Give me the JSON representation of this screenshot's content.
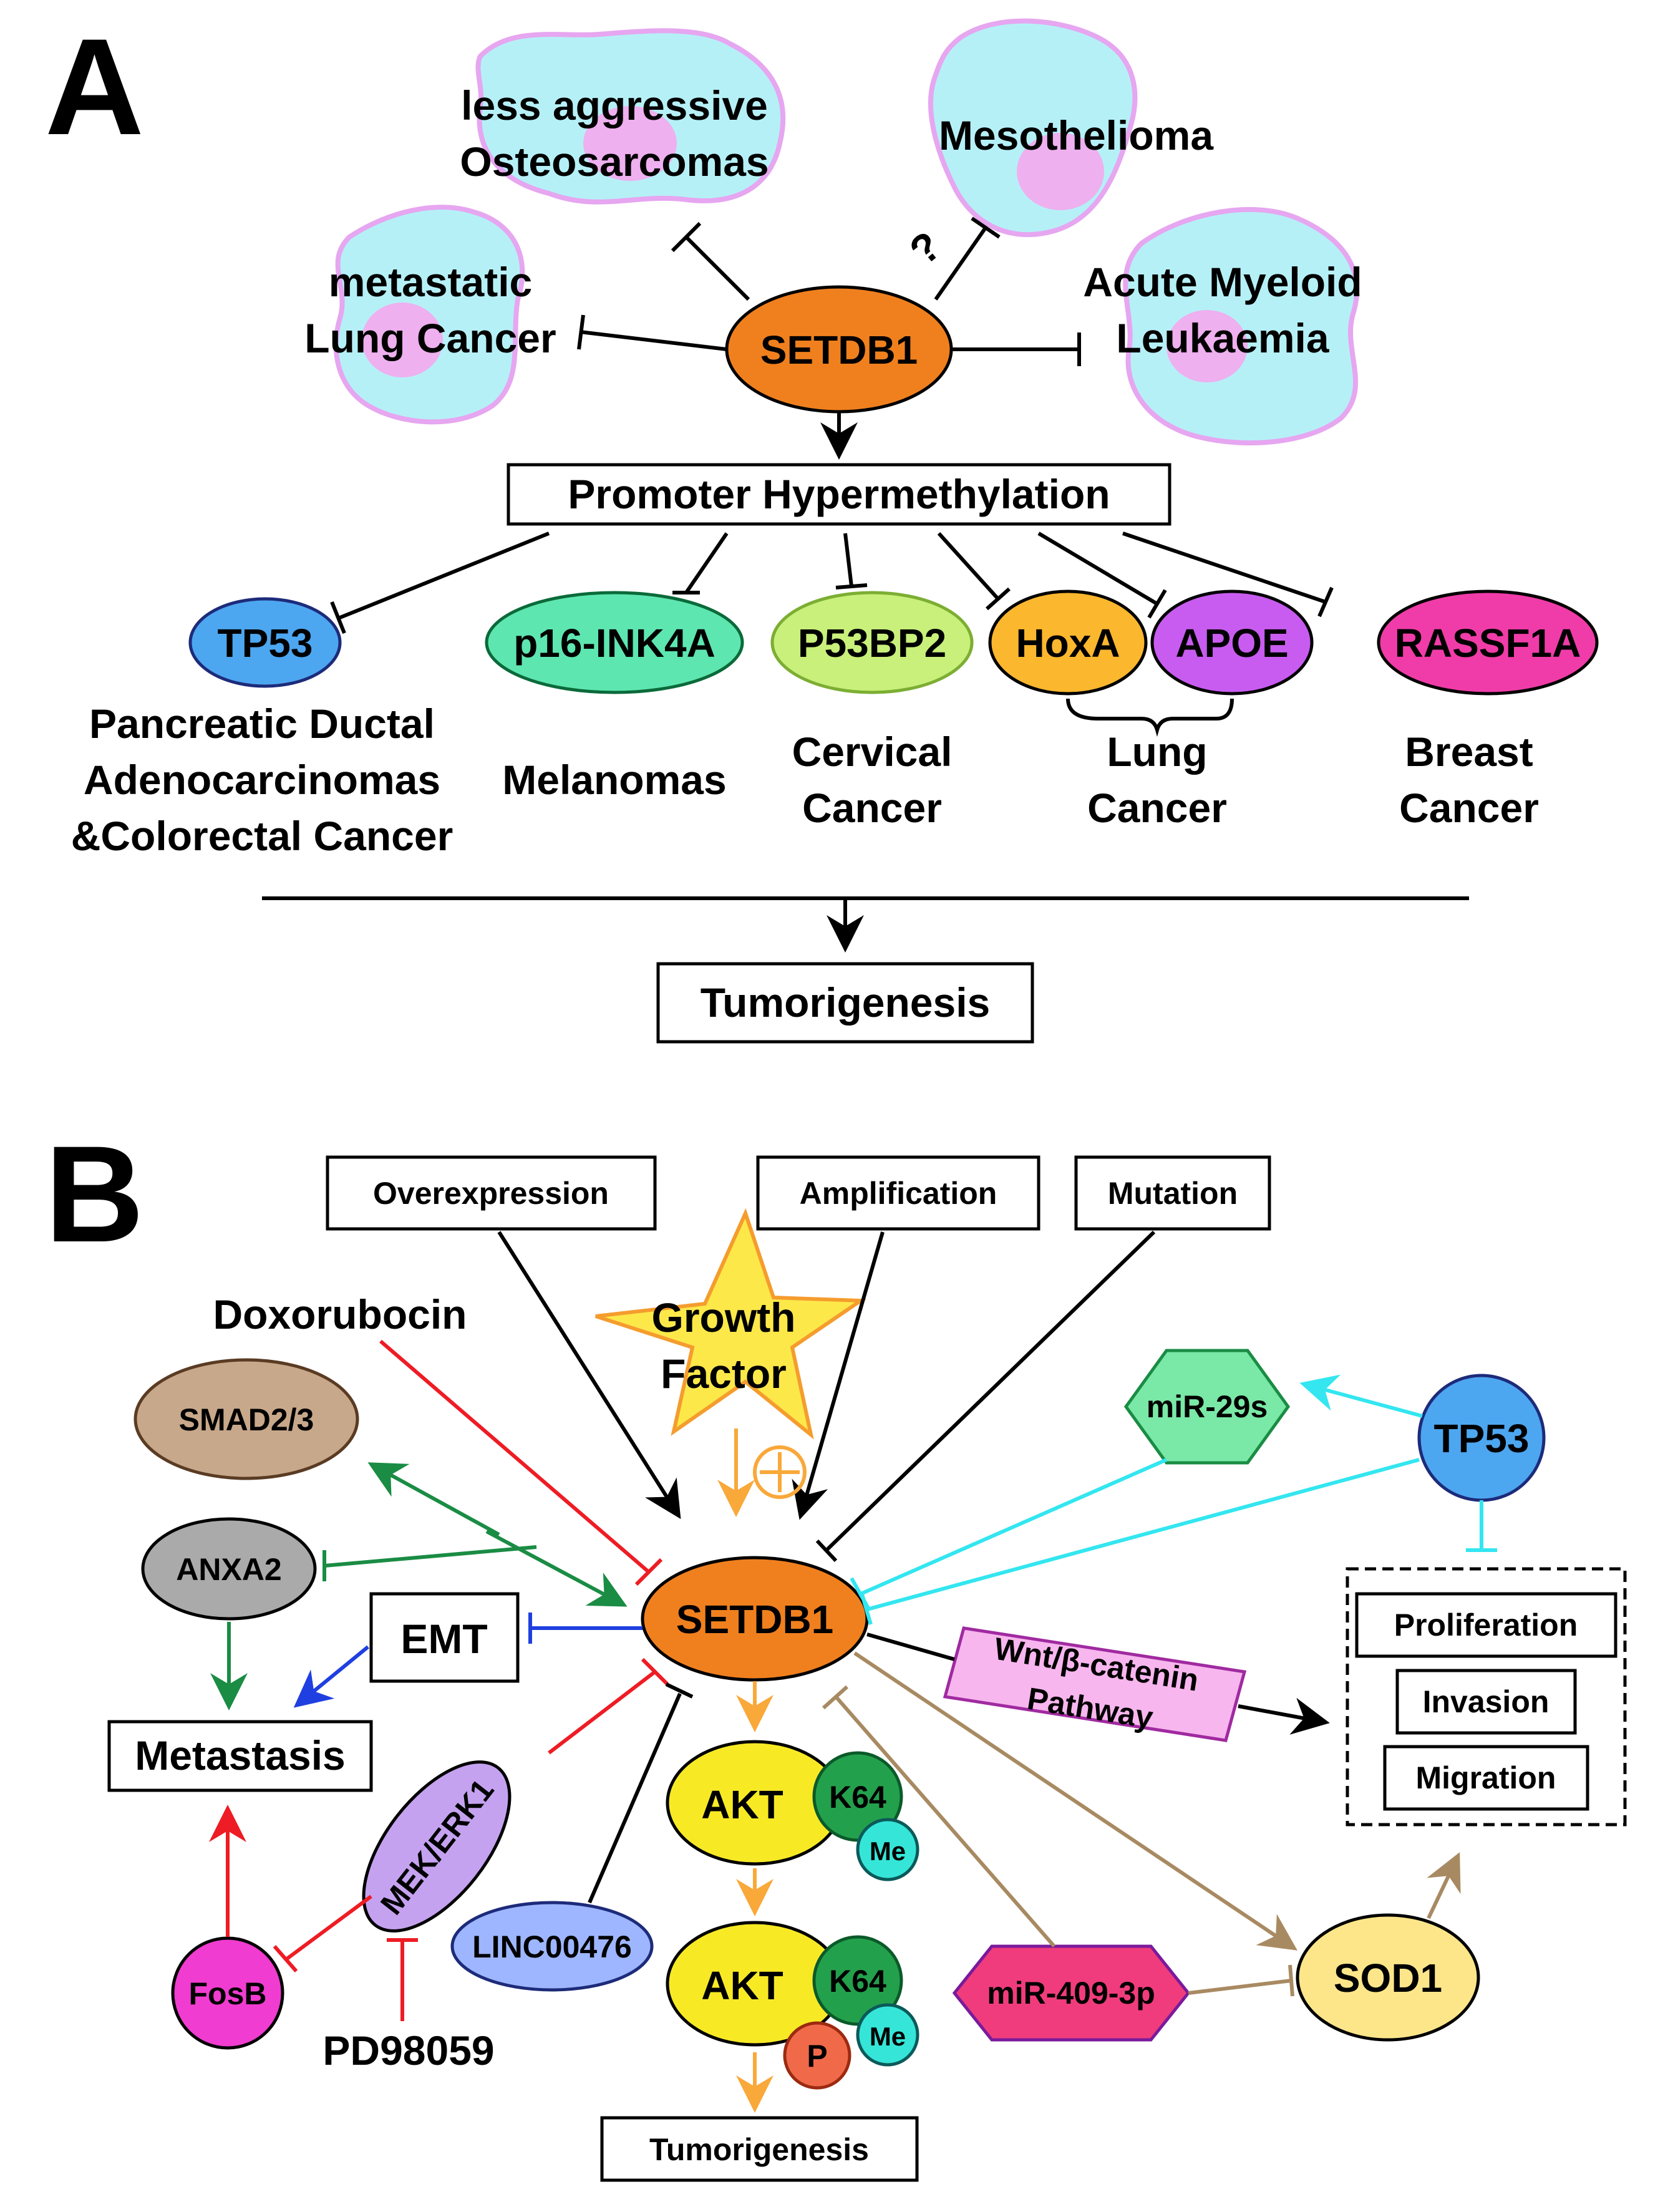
{
  "panel_a": {
    "label": "A",
    "center": "SETDB1",
    "cells": {
      "osteo_l1": "less aggressive",
      "osteo_l2": "Osteosarcomas",
      "meso": "Mesothelioma",
      "question": "?",
      "lung_l1": "metastatic",
      "lung_l2": "Lung Cancer",
      "aml_l1": "Acute Myeloid",
      "aml_l2": "Leukaemia"
    },
    "promoter_box": "Promoter Hypermethylation",
    "genes": {
      "tp53": "TP53",
      "p16": "p16-INK4A",
      "p53bp2": "P53BP2",
      "hoxa": "HoxA",
      "apoe": "APOE",
      "rassf1a": "RASSF1A"
    },
    "cancers": {
      "pdac_l1": "Pancreatic Ductal",
      "pdac_l2": "Adenocarcinomas",
      "pdac_l3": "&Colorectal Cancer",
      "melanomas": "Melanomas",
      "cervical_l1": "Cervical",
      "cervical_l2": "Cancer",
      "lung_l1": "Lung",
      "lung_l2": "Cancer",
      "breast_l1": "Breast",
      "breast_l2": "Cancer"
    },
    "outcome": "Tumorigenesis"
  },
  "panel_b": {
    "label": "B",
    "center": "SETDB1",
    "inputs": {
      "overexpression": "Overexpression",
      "amplification": "Amplification",
      "mutation": "Mutation"
    },
    "growth_factor_l1": "Growth",
    "growth_factor_l2": "Factor",
    "plus_symbol": "⊕",
    "doxorubocin": "Doxorubocin",
    "smad": "SMAD2/3",
    "anxa2": "ANXA2",
    "emt": "EMT",
    "metastasis": "Metastasis",
    "mek_erk": "MEK/ERK1",
    "fosb": "FosB",
    "pd98059": "PD98059",
    "linc": "LINC00476",
    "akt1": "AKT",
    "akt2": "AKT",
    "k64_1": "K64",
    "k64_2": "K64",
    "me_1": "Me",
    "me_2": "Me",
    "p": "P",
    "tumorigenesis": "Tumorigenesis",
    "wnt_l1": "Wnt/β-catenin",
    "wnt_l2": "Pathway",
    "mir29": "miR-29s",
    "tp53": "TP53",
    "outcomes": {
      "proliferation": "Proliferation",
      "invasion": "Invasion",
      "migration": "Migration"
    },
    "mir409": "miR-409-3p",
    "sod1": "SOD1"
  },
  "colors": {
    "setdb1": "#f0801e",
    "red": "#ee1c24",
    "green": "#1a8c44",
    "blue": "#1f3fe0",
    "cyan": "#33e6f0",
    "orange_arrow": "#f9a83a",
    "brown": "#a88a62",
    "cell_fill": "#b6f0f7",
    "cell_edge": "#e6a6f0",
    "nucleus": "#eeb0ee"
  }
}
